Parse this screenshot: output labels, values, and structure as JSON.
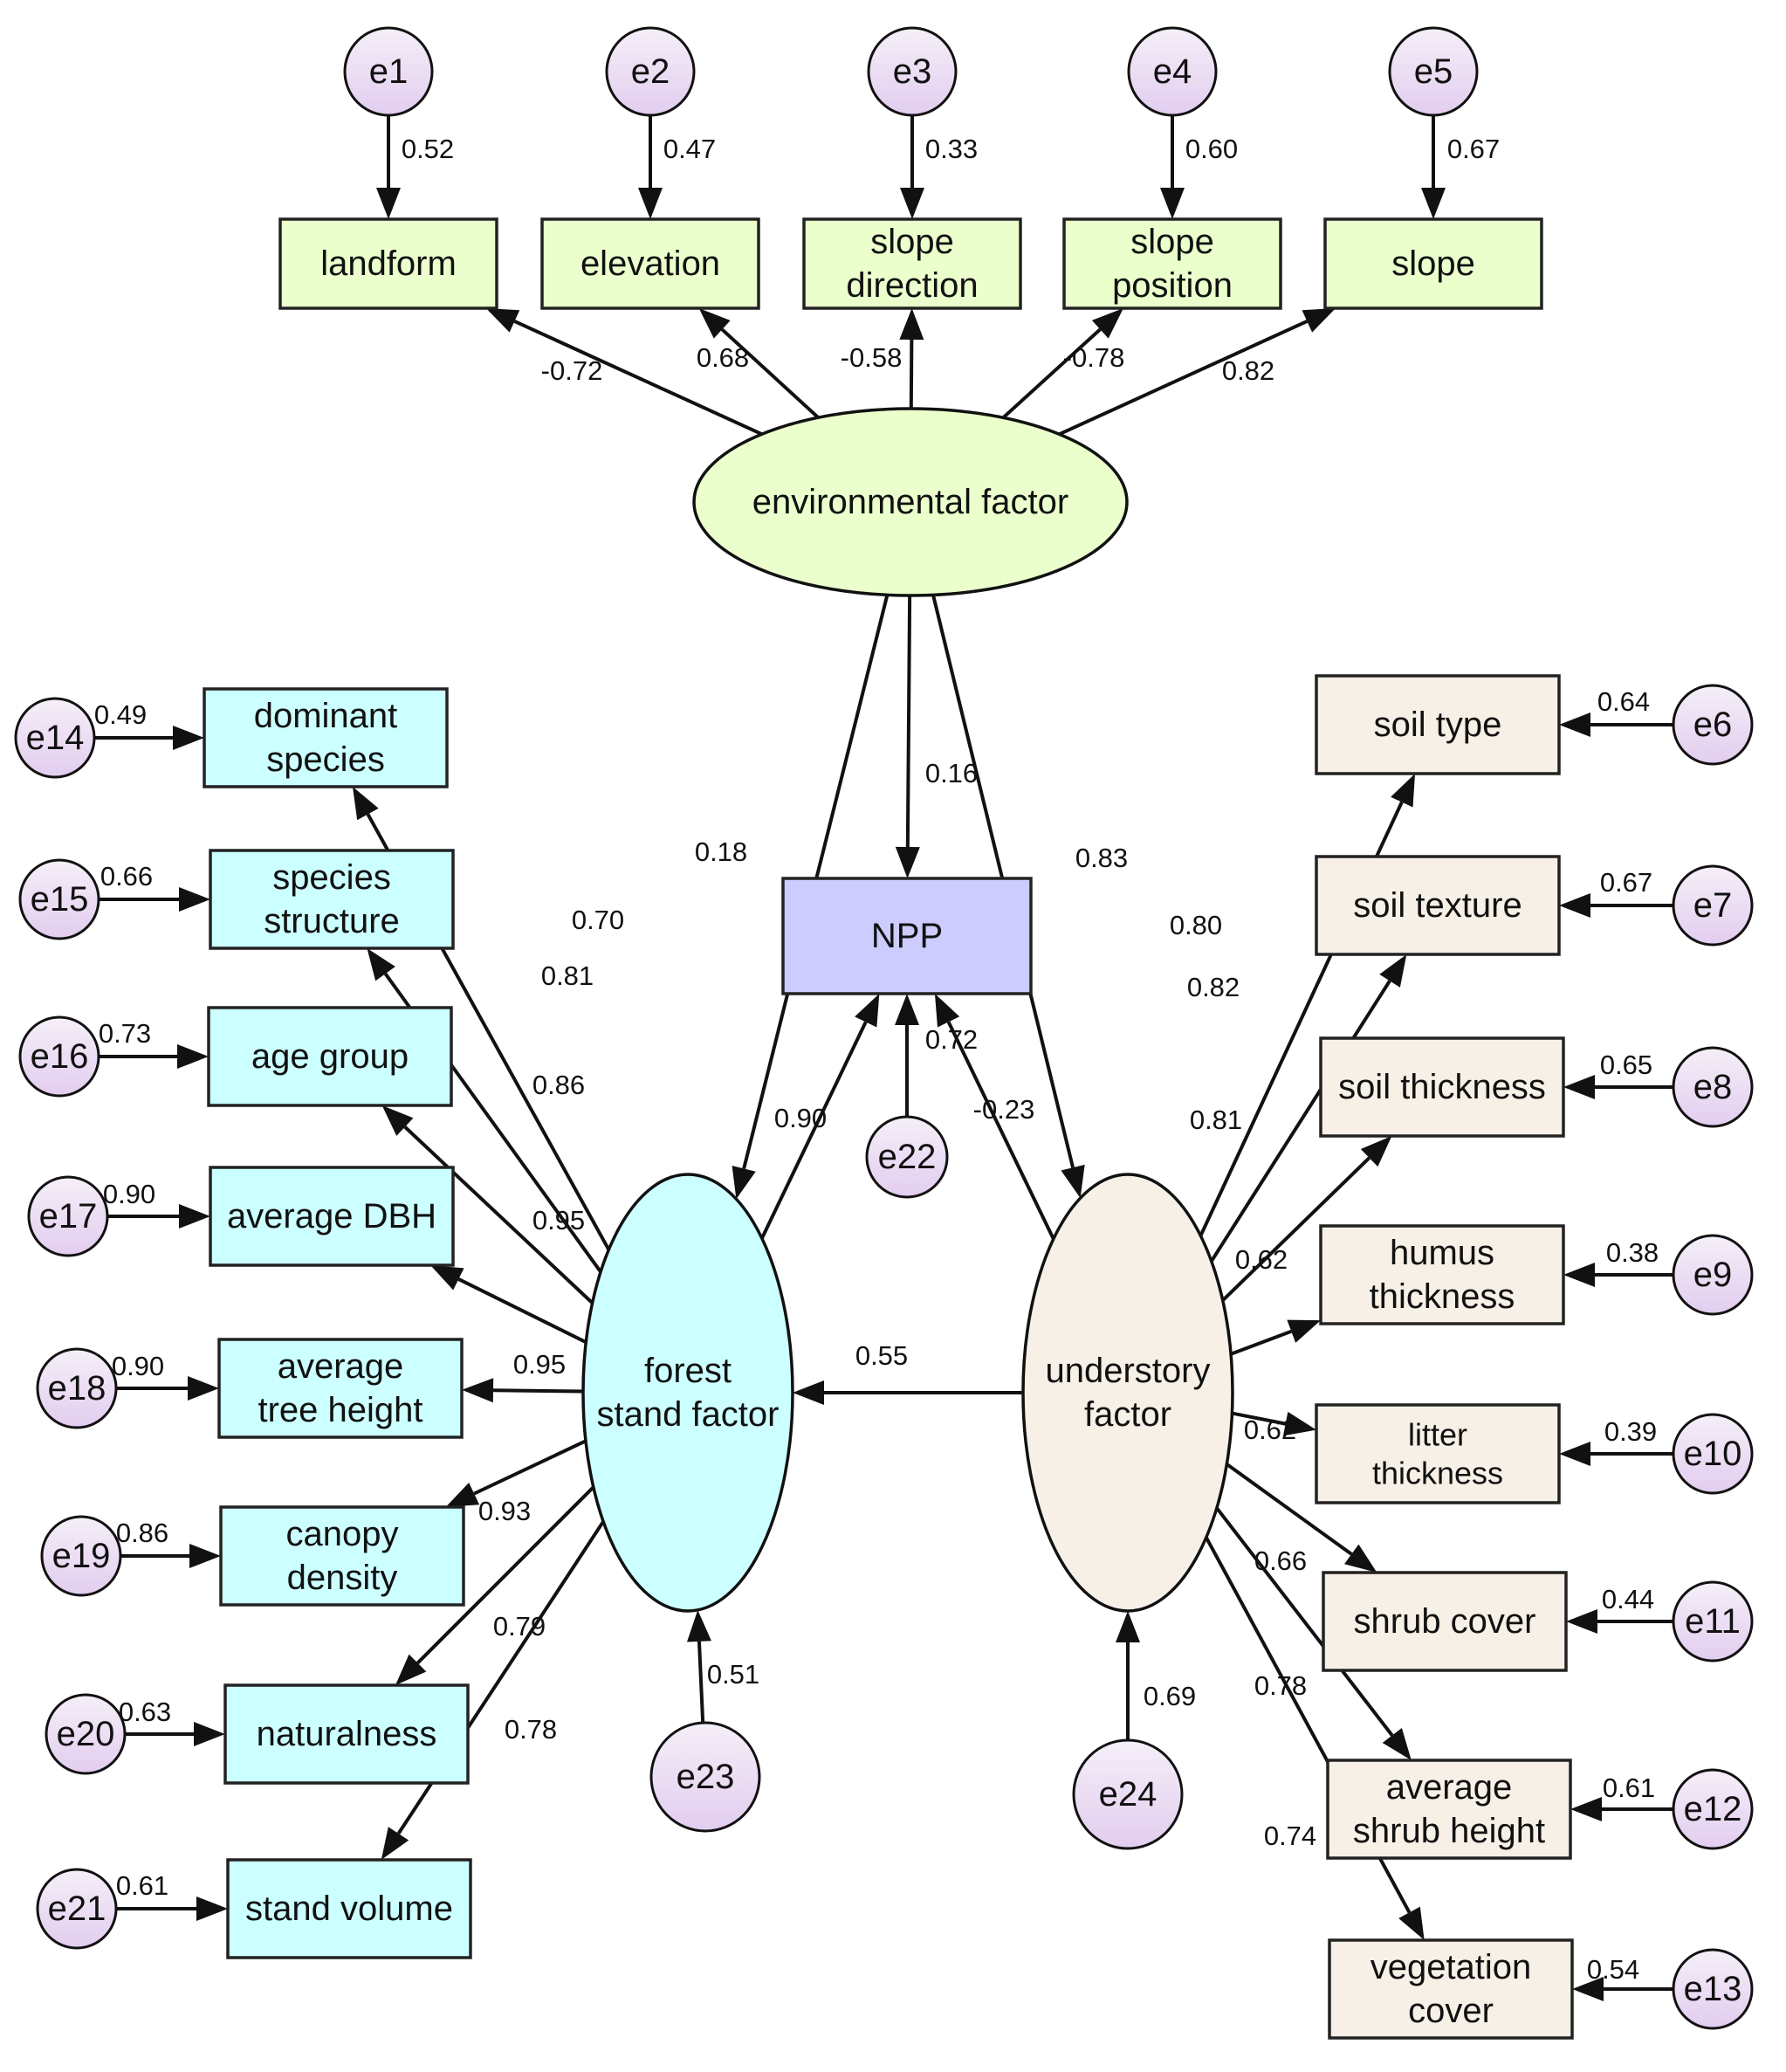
{
  "colors": {
    "env_fill": "#ebffcc",
    "forest_fill": "#ccffff",
    "under_fill": "#f7f0e6",
    "npp_fill": "#ccccff",
    "error_top": "#f5eff8",
    "error_bottom": "#e2cdef",
    "stroke": "#111111"
  },
  "nodes": [
    {
      "id": "landform",
      "shape": "box",
      "lines": [
        "landform"
      ],
      "fill": "env_fill"
    },
    {
      "id": "elevation",
      "shape": "box",
      "lines": [
        "elevation"
      ],
      "fill": "env_fill"
    },
    {
      "id": "slope-direction",
      "shape": "box",
      "lines": [
        "slope",
        "direction"
      ],
      "fill": "env_fill"
    },
    {
      "id": "slope-position",
      "shape": "box",
      "lines": [
        "slope",
        "position"
      ],
      "fill": "env_fill"
    },
    {
      "id": "slope",
      "shape": "box",
      "lines": [
        "slope"
      ],
      "fill": "env_fill"
    },
    {
      "id": "environmental-factor",
      "shape": "ellipse",
      "lines": [
        "environmental factor"
      ],
      "fill": "env_fill"
    },
    {
      "id": "npp",
      "shape": "box",
      "lines": [
        "NPP"
      ],
      "fill": "npp_fill"
    },
    {
      "id": "forest-stand-factor",
      "shape": "ellipse",
      "lines": [
        "forest",
        "stand factor"
      ],
      "fill": "forest_fill"
    },
    {
      "id": "understory-factor",
      "shape": "ellipse",
      "lines": [
        "understory",
        "factor"
      ],
      "fill": "under_fill"
    },
    {
      "id": "dominant-species",
      "shape": "box",
      "lines": [
        "dominant",
        "species"
      ],
      "fill": "forest_fill"
    },
    {
      "id": "species-structure",
      "shape": "box",
      "lines": [
        "species",
        "structure"
      ],
      "fill": "forest_fill"
    },
    {
      "id": "age-group",
      "shape": "box",
      "lines": [
        "age group"
      ],
      "fill": "forest_fill"
    },
    {
      "id": "average-dbh",
      "shape": "box",
      "lines": [
        "average DBH"
      ],
      "fill": "forest_fill"
    },
    {
      "id": "average-tree-height",
      "shape": "box",
      "lines": [
        "average",
        "tree height"
      ],
      "fill": "forest_fill"
    },
    {
      "id": "canopy-density",
      "shape": "box",
      "lines": [
        "canopy",
        "density"
      ],
      "fill": "forest_fill"
    },
    {
      "id": "naturalness",
      "shape": "box",
      "lines": [
        "naturalness"
      ],
      "fill": "forest_fill"
    },
    {
      "id": "stand-volume",
      "shape": "box",
      "lines": [
        "stand volume"
      ],
      "fill": "forest_fill"
    },
    {
      "id": "soil-type",
      "shape": "box",
      "lines": [
        "soil type"
      ],
      "fill": "under_fill"
    },
    {
      "id": "soil-texture",
      "shape": "box",
      "lines": [
        "soil texture"
      ],
      "fill": "under_fill"
    },
    {
      "id": "soil-thickness",
      "shape": "box",
      "lines": [
        "soil thickness"
      ],
      "fill": "under_fill"
    },
    {
      "id": "humus-thickness",
      "shape": "box",
      "lines": [
        "humus",
        "thickness"
      ],
      "fill": "under_fill"
    },
    {
      "id": "litter-thickness",
      "shape": "box",
      "lines": [
        "litter",
        "thickness"
      ],
      "fill": "under_fill",
      "small": true
    },
    {
      "id": "shrub-cover",
      "shape": "box",
      "lines": [
        "shrub cover"
      ],
      "fill": "under_fill"
    },
    {
      "id": "average-shrub-height",
      "shape": "box",
      "lines": [
        "average",
        "shrub height"
      ],
      "fill": "under_fill"
    },
    {
      "id": "vegetation-cover",
      "shape": "box",
      "lines": [
        "vegetation",
        "cover"
      ],
      "fill": "under_fill"
    },
    {
      "id": "e1",
      "shape": "error",
      "lines": [
        "e1"
      ]
    },
    {
      "id": "e2",
      "shape": "error",
      "lines": [
        "e2"
      ]
    },
    {
      "id": "e3",
      "shape": "error",
      "lines": [
        "e3"
      ]
    },
    {
      "id": "e4",
      "shape": "error",
      "lines": [
        "e4"
      ]
    },
    {
      "id": "e5",
      "shape": "error",
      "lines": [
        "e5"
      ]
    },
    {
      "id": "e6",
      "shape": "error",
      "lines": [
        "e6"
      ]
    },
    {
      "id": "e7",
      "shape": "error",
      "lines": [
        "e7"
      ]
    },
    {
      "id": "e8",
      "shape": "error",
      "lines": [
        "e8"
      ]
    },
    {
      "id": "e9",
      "shape": "error",
      "lines": [
        "e9"
      ]
    },
    {
      "id": "e10",
      "shape": "error",
      "lines": [
        "e10"
      ]
    },
    {
      "id": "e11",
      "shape": "error",
      "lines": [
        "e11"
      ]
    },
    {
      "id": "e12",
      "shape": "error",
      "lines": [
        "e12"
      ]
    },
    {
      "id": "e13",
      "shape": "error",
      "lines": [
        "e13"
      ]
    },
    {
      "id": "e14",
      "shape": "error",
      "lines": [
        "e14"
      ]
    },
    {
      "id": "e15",
      "shape": "error",
      "lines": [
        "e15"
      ]
    },
    {
      "id": "e16",
      "shape": "error",
      "lines": [
        "e16"
      ]
    },
    {
      "id": "e17",
      "shape": "error",
      "lines": [
        "e17"
      ]
    },
    {
      "id": "e18",
      "shape": "error",
      "lines": [
        "e18"
      ]
    },
    {
      "id": "e19",
      "shape": "error",
      "lines": [
        "e19"
      ]
    },
    {
      "id": "e20",
      "shape": "error",
      "lines": [
        "e20"
      ]
    },
    {
      "id": "e21",
      "shape": "error",
      "lines": [
        "e21"
      ]
    },
    {
      "id": "e22",
      "shape": "error",
      "lines": [
        "e22"
      ]
    },
    {
      "id": "e23",
      "shape": "error",
      "lines": [
        "e23"
      ]
    },
    {
      "id": "e24",
      "shape": "error",
      "lines": [
        "e24"
      ]
    }
  ],
  "paths": [
    {
      "from": "e1",
      "to": "landform",
      "coef": "0.52"
    },
    {
      "from": "e2",
      "to": "elevation",
      "coef": "0.47"
    },
    {
      "from": "e3",
      "to": "slope-direction",
      "coef": "0.33"
    },
    {
      "from": "e4",
      "to": "slope-position",
      "coef": "0.60"
    },
    {
      "from": "e5",
      "to": "slope",
      "coef": "0.67"
    },
    {
      "from": "environmental-factor",
      "to": "landform",
      "coef": "-0.72"
    },
    {
      "from": "environmental-factor",
      "to": "elevation",
      "coef": "0.68"
    },
    {
      "from": "environmental-factor",
      "to": "slope-direction",
      "coef": "-0.58"
    },
    {
      "from": "environmental-factor",
      "to": "slope-position",
      "coef": "-0.78"
    },
    {
      "from": "environmental-factor",
      "to": "slope",
      "coef": "0.82"
    },
    {
      "from": "environmental-factor",
      "to": "npp",
      "coef": "0.16"
    },
    {
      "from": "environmental-factor",
      "to": "forest-stand-factor",
      "coef": "0.18"
    },
    {
      "from": "environmental-factor",
      "to": "understory-factor",
      "coef": "0.83"
    },
    {
      "from": "forest-stand-factor",
      "to": "npp",
      "coef": "0.90"
    },
    {
      "from": "understory-factor",
      "to": "npp",
      "coef": "-0.23"
    },
    {
      "from": "e22",
      "to": "npp",
      "coef": "0.72"
    },
    {
      "from": "understory-factor",
      "to": "forest-stand-factor",
      "coef": "0.55"
    },
    {
      "from": "e23",
      "to": "forest-stand-factor",
      "coef": "0.51"
    },
    {
      "from": "e24",
      "to": "understory-factor",
      "coef": "0.69"
    },
    {
      "from": "forest-stand-factor",
      "to": "dominant-species",
      "coef": "0.70"
    },
    {
      "from": "forest-stand-factor",
      "to": "species-structure",
      "coef": "0.81"
    },
    {
      "from": "forest-stand-factor",
      "to": "age-group",
      "coef": "0.86"
    },
    {
      "from": "forest-stand-factor",
      "to": "average-dbh",
      "coef": "0.95"
    },
    {
      "from": "forest-stand-factor",
      "to": "average-tree-height",
      "coef": "0.95"
    },
    {
      "from": "forest-stand-factor",
      "to": "canopy-density",
      "coef": "0.93"
    },
    {
      "from": "forest-stand-factor",
      "to": "naturalness",
      "coef": "0.79"
    },
    {
      "from": "forest-stand-factor",
      "to": "stand-volume",
      "coef": "0.78"
    },
    {
      "from": "e14",
      "to": "dominant-species",
      "coef": "0.49"
    },
    {
      "from": "e15",
      "to": "species-structure",
      "coef": "0.66"
    },
    {
      "from": "e16",
      "to": "age-group",
      "coef": "0.73"
    },
    {
      "from": "e17",
      "to": "average-dbh",
      "coef": "0.90"
    },
    {
      "from": "e18",
      "to": "average-tree-height",
      "coef": "0.90"
    },
    {
      "from": "e19",
      "to": "canopy-density",
      "coef": "0.86"
    },
    {
      "from": "e20",
      "to": "naturalness",
      "coef": "0.63"
    },
    {
      "from": "e21",
      "to": "stand-volume",
      "coef": "0.61"
    },
    {
      "from": "understory-factor",
      "to": "soil-type",
      "coef": "0.80"
    },
    {
      "from": "understory-factor",
      "to": "soil-texture",
      "coef": "0.82"
    },
    {
      "from": "understory-factor",
      "to": "soil-thickness",
      "coef": "0.81"
    },
    {
      "from": "understory-factor",
      "to": "humus-thickness",
      "coef": "0.62"
    },
    {
      "from": "understory-factor",
      "to": "litter-thickness",
      "coef": "0.62"
    },
    {
      "from": "understory-factor",
      "to": "shrub-cover",
      "coef": "0.66"
    },
    {
      "from": "understory-factor",
      "to": "average-shrub-height",
      "coef": "0.78"
    },
    {
      "from": "understory-factor",
      "to": "vegetation-cover",
      "coef": "0.74"
    },
    {
      "from": "e6",
      "to": "soil-type",
      "coef": "0.64"
    },
    {
      "from": "e7",
      "to": "soil-texture",
      "coef": "0.67"
    },
    {
      "from": "e8",
      "to": "soil-thickness",
      "coef": "0.65"
    },
    {
      "from": "e9",
      "to": "humus-thickness",
      "coef": "0.38"
    },
    {
      "from": "e10",
      "to": "litter-thickness",
      "coef": "0.39"
    },
    {
      "from": "e11",
      "to": "shrub-cover",
      "coef": "0.44"
    },
    {
      "from": "e12",
      "to": "average-shrub-height",
      "coef": "0.61"
    },
    {
      "from": "e13",
      "to": "vegetation-cover",
      "coef": "0.54"
    }
  ]
}
